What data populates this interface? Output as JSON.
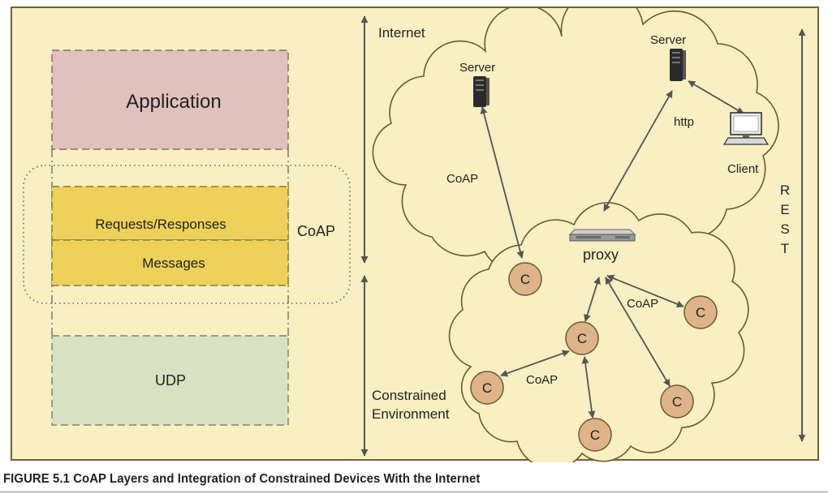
{
  "layers": {
    "application": "Application",
    "requests_responses": "Requests/Responses",
    "messages": "Messages",
    "udp": "UDP",
    "coap_group": "CoAP"
  },
  "network": {
    "internet": "Internet",
    "server_left": "Server",
    "server_right": "Server",
    "client": "Client",
    "http": "http",
    "coap_server_link": "CoAP",
    "proxy": "proxy",
    "coap_proxy_link": "CoAP",
    "coap_local_link": "CoAP",
    "constrained_line1": "Constrained",
    "constrained_line2": "Environment",
    "node_label": "C",
    "rest": [
      "R",
      "E",
      "S",
      "T"
    ]
  },
  "colors": {
    "background": "#f8efc3",
    "application": "#e0c1bd",
    "coap_layers": "#edd15a",
    "udp": "#d8e2c3",
    "node": "#dfb48a"
  },
  "caption": "FIGURE 5.1  CoAP Layers and Integration of Constrained Devices With the Internet"
}
